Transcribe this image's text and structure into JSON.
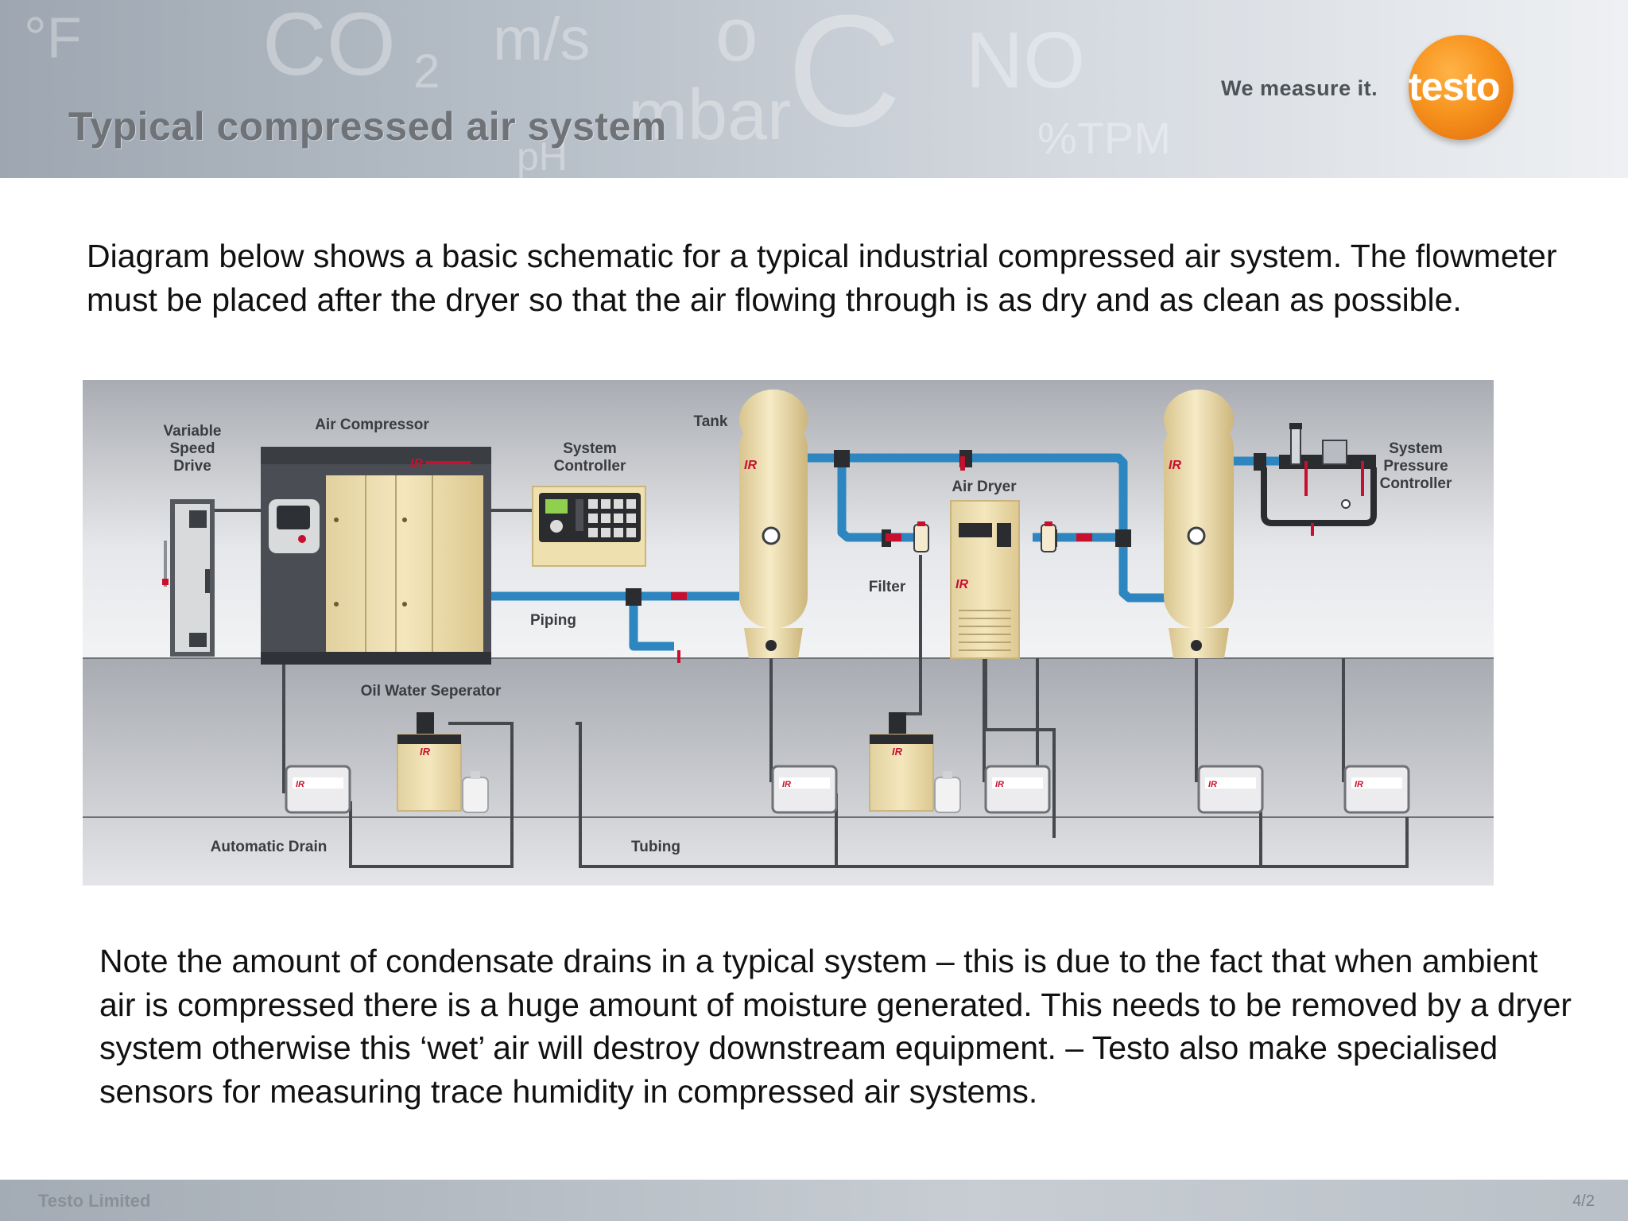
{
  "header": {
    "title": "Typical compressed air system",
    "tagline": "We measure it.",
    "logo_text": "testo",
    "background_units": [
      "°F",
      "CO",
      "2",
      "m/s",
      "o",
      "C",
      "NO",
      "mbar",
      "pH",
      "%TPM"
    ]
  },
  "intro": "Diagram below shows a basic schematic for a typical industrial compressed air system. The flowmeter must be placed after the dryer so that the air flowing through is as dry and as clean as possible.",
  "diagram": {
    "labels": {
      "vsd": [
        "Variable",
        "Speed",
        "Drive"
      ],
      "air_compressor": "Air Compressor",
      "system_controller": [
        "System",
        "Controller"
      ],
      "tank": "Tank",
      "air_dryer": "Air Dryer",
      "filter": "Filter",
      "piping": "Piping",
      "spc": [
        "System",
        "Pressure",
        "Controller"
      ],
      "ows": "Oil Water Seperator",
      "automatic_drain": "Automatic Drain",
      "tubing": "Tubing"
    },
    "brand_mark": "IR"
  },
  "note": "Note the amount of condensate drains in a typical system – this is due to the fact that when ambient air is compressed there is a huge amount of moisture generated. This needs to be removed by a dryer system otherwise this ‘wet’ air will destroy downstream equipment. – Testo also make specialised sensors for measuring trace humidity in compressed air systems.",
  "footer": {
    "company": "Testo Limited",
    "page": "4/2"
  },
  "colors": {
    "accent_orange": "#f7931e",
    "pipe_blue": "#2e86c1",
    "equipment_cream": "#efe0b0",
    "brand_red": "#c8102e"
  }
}
